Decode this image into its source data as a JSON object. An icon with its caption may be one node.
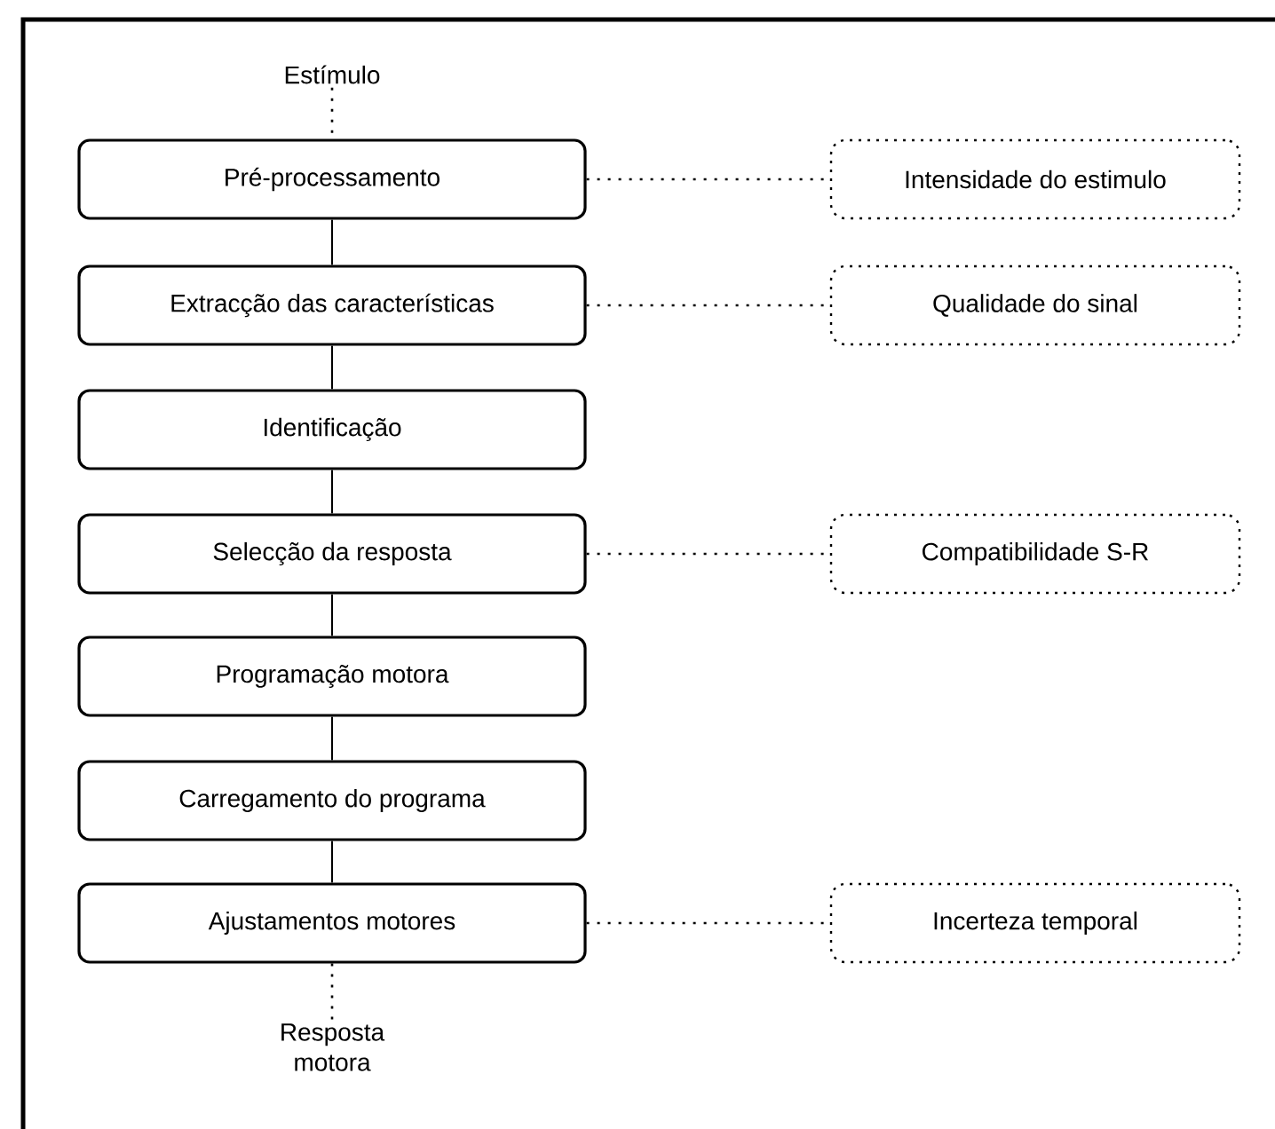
{
  "diagram": {
    "nodes": [
      {
        "text": [
          "Estímulo"
        ]
      },
      {
        "text": [
          "Pré-processamento"
        ]
      },
      {
        "text": [
          "Extracção das características"
        ]
      },
      {
        "text": [
          "Identificação"
        ]
      },
      {
        "text": [
          "Selecção da resposta"
        ]
      },
      {
        "text": [
          "Programação motora"
        ]
      },
      {
        "text": [
          "Carregamento do programa"
        ]
      },
      {
        "text": [
          "Ajustamentos motores"
        ]
      },
      {
        "text": [
          "Resposta motora"
        ]
      },
      {
        "text": [
          "Intensidade do estimulo"
        ]
      },
      {
        "text": [
          "Qualidade do sinal"
        ]
      },
      {
        "text": [
          "Compatibilidade S-R"
        ]
      },
      {
        "text": [
          "Incerteza temporal"
        ]
      }
    ],
    "edges": [
      {
        "from": 0,
        "to": 1,
        "arrow": "none",
        "style": "dashed"
      },
      {
        "from": 1,
        "to": 2,
        "arrow": "none"
      },
      {
        "from": 2,
        "to": 3,
        "arrow": "none"
      },
      {
        "from": 3,
        "to": 4,
        "arrow": "none"
      },
      {
        "from": 4,
        "to": 5,
        "arrow": "none"
      },
      {
        "from": 5,
        "to": 6,
        "arrow": "none"
      },
      {
        "from": 6,
        "to": 7,
        "arrow": "none"
      },
      {
        "from": 7,
        "to": 8,
        "arrow": "none",
        "style": "dashed"
      },
      {
        "from": 1,
        "to": 9,
        "arrow": "none",
        "style": "dashed"
      },
      {
        "from": 2,
        "to": 10,
        "arrow": "none",
        "style": "dashed"
      },
      {
        "from": 4,
        "to": 11,
        "arrow": "none",
        "style": "dashed"
      },
      {
        "from": 7,
        "to": 12,
        "arrow": "none",
        "style": "dashed"
      }
    ]
  }
}
